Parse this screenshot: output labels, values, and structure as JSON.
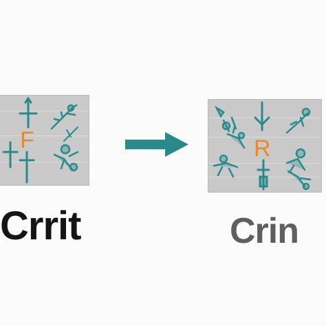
{
  "colors": {
    "teal": "#2a8a8a",
    "orange": "#e8892f",
    "panel": "#cacaca",
    "background": "#fbfbfb",
    "caption_left": "#151515",
    "caption_right": "#5f5f5f"
  },
  "left_panel": {
    "letter": "F",
    "icons": [
      "sword-icon",
      "dragon-icon",
      "sword-icon",
      "dragon-icon",
      "sword-icon",
      "dragon-icon"
    ]
  },
  "right_panel": {
    "letter": "R",
    "icons": [
      "creature-icon",
      "sword-icon",
      "dragon-icon",
      "dragon-icon",
      "creature-icon",
      "dragon-icon",
      "sword-icon",
      "dragon-icon"
    ]
  },
  "arrow": {
    "icon": "right-arrow-icon"
  },
  "captions": {
    "left": "Crrit",
    "right": "Crin"
  }
}
